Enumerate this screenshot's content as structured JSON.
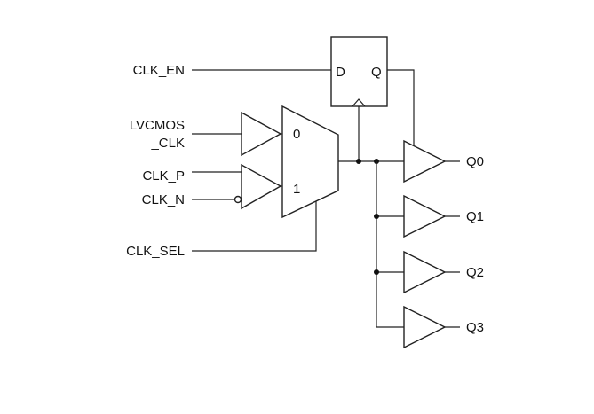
{
  "inputs": {
    "clk_en": "CLK_EN",
    "lvcmos_line1": "LVCMOS",
    "lvcmos_line2": "_CLK",
    "clk_p": "CLK_P",
    "clk_n": "CLK_N",
    "clk_sel": "CLK_SEL"
  },
  "flipflop": {
    "d_label": "D",
    "q_label": "Q"
  },
  "mux": {
    "in0_label": "0",
    "in1_label": "1"
  },
  "outputs": [
    "Q0",
    "Q1",
    "Q2",
    "Q3"
  ],
  "colors": {
    "line": "#222222",
    "background": "#ffffff"
  }
}
